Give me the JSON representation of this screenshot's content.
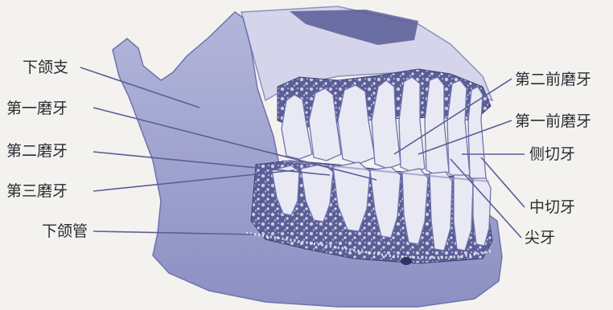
{
  "figure": {
    "colors": {
      "background": "#f3f2ef",
      "bone": "#a4a7d0",
      "bone_dark": "#6f73ad",
      "tooth": "#e9e9f4",
      "tooth_shadow": "#b9bbdc",
      "spongy": "#3c3f73",
      "leader": "#5a5e9a",
      "text": "#2b2b33"
    },
    "labels": {
      "ramus": "下颌支",
      "first_molar": "第一磨牙",
      "second_molar": "第二磨牙",
      "third_molar": "第三磨牙",
      "mandibular_canal": "下颌管",
      "second_premolar": "第二前磨牙",
      "first_premolar": "第一前磨牙",
      "lateral_incisor": "侧切牙",
      "central_incisor": "中切牙",
      "canine": "尖牙"
    }
  }
}
